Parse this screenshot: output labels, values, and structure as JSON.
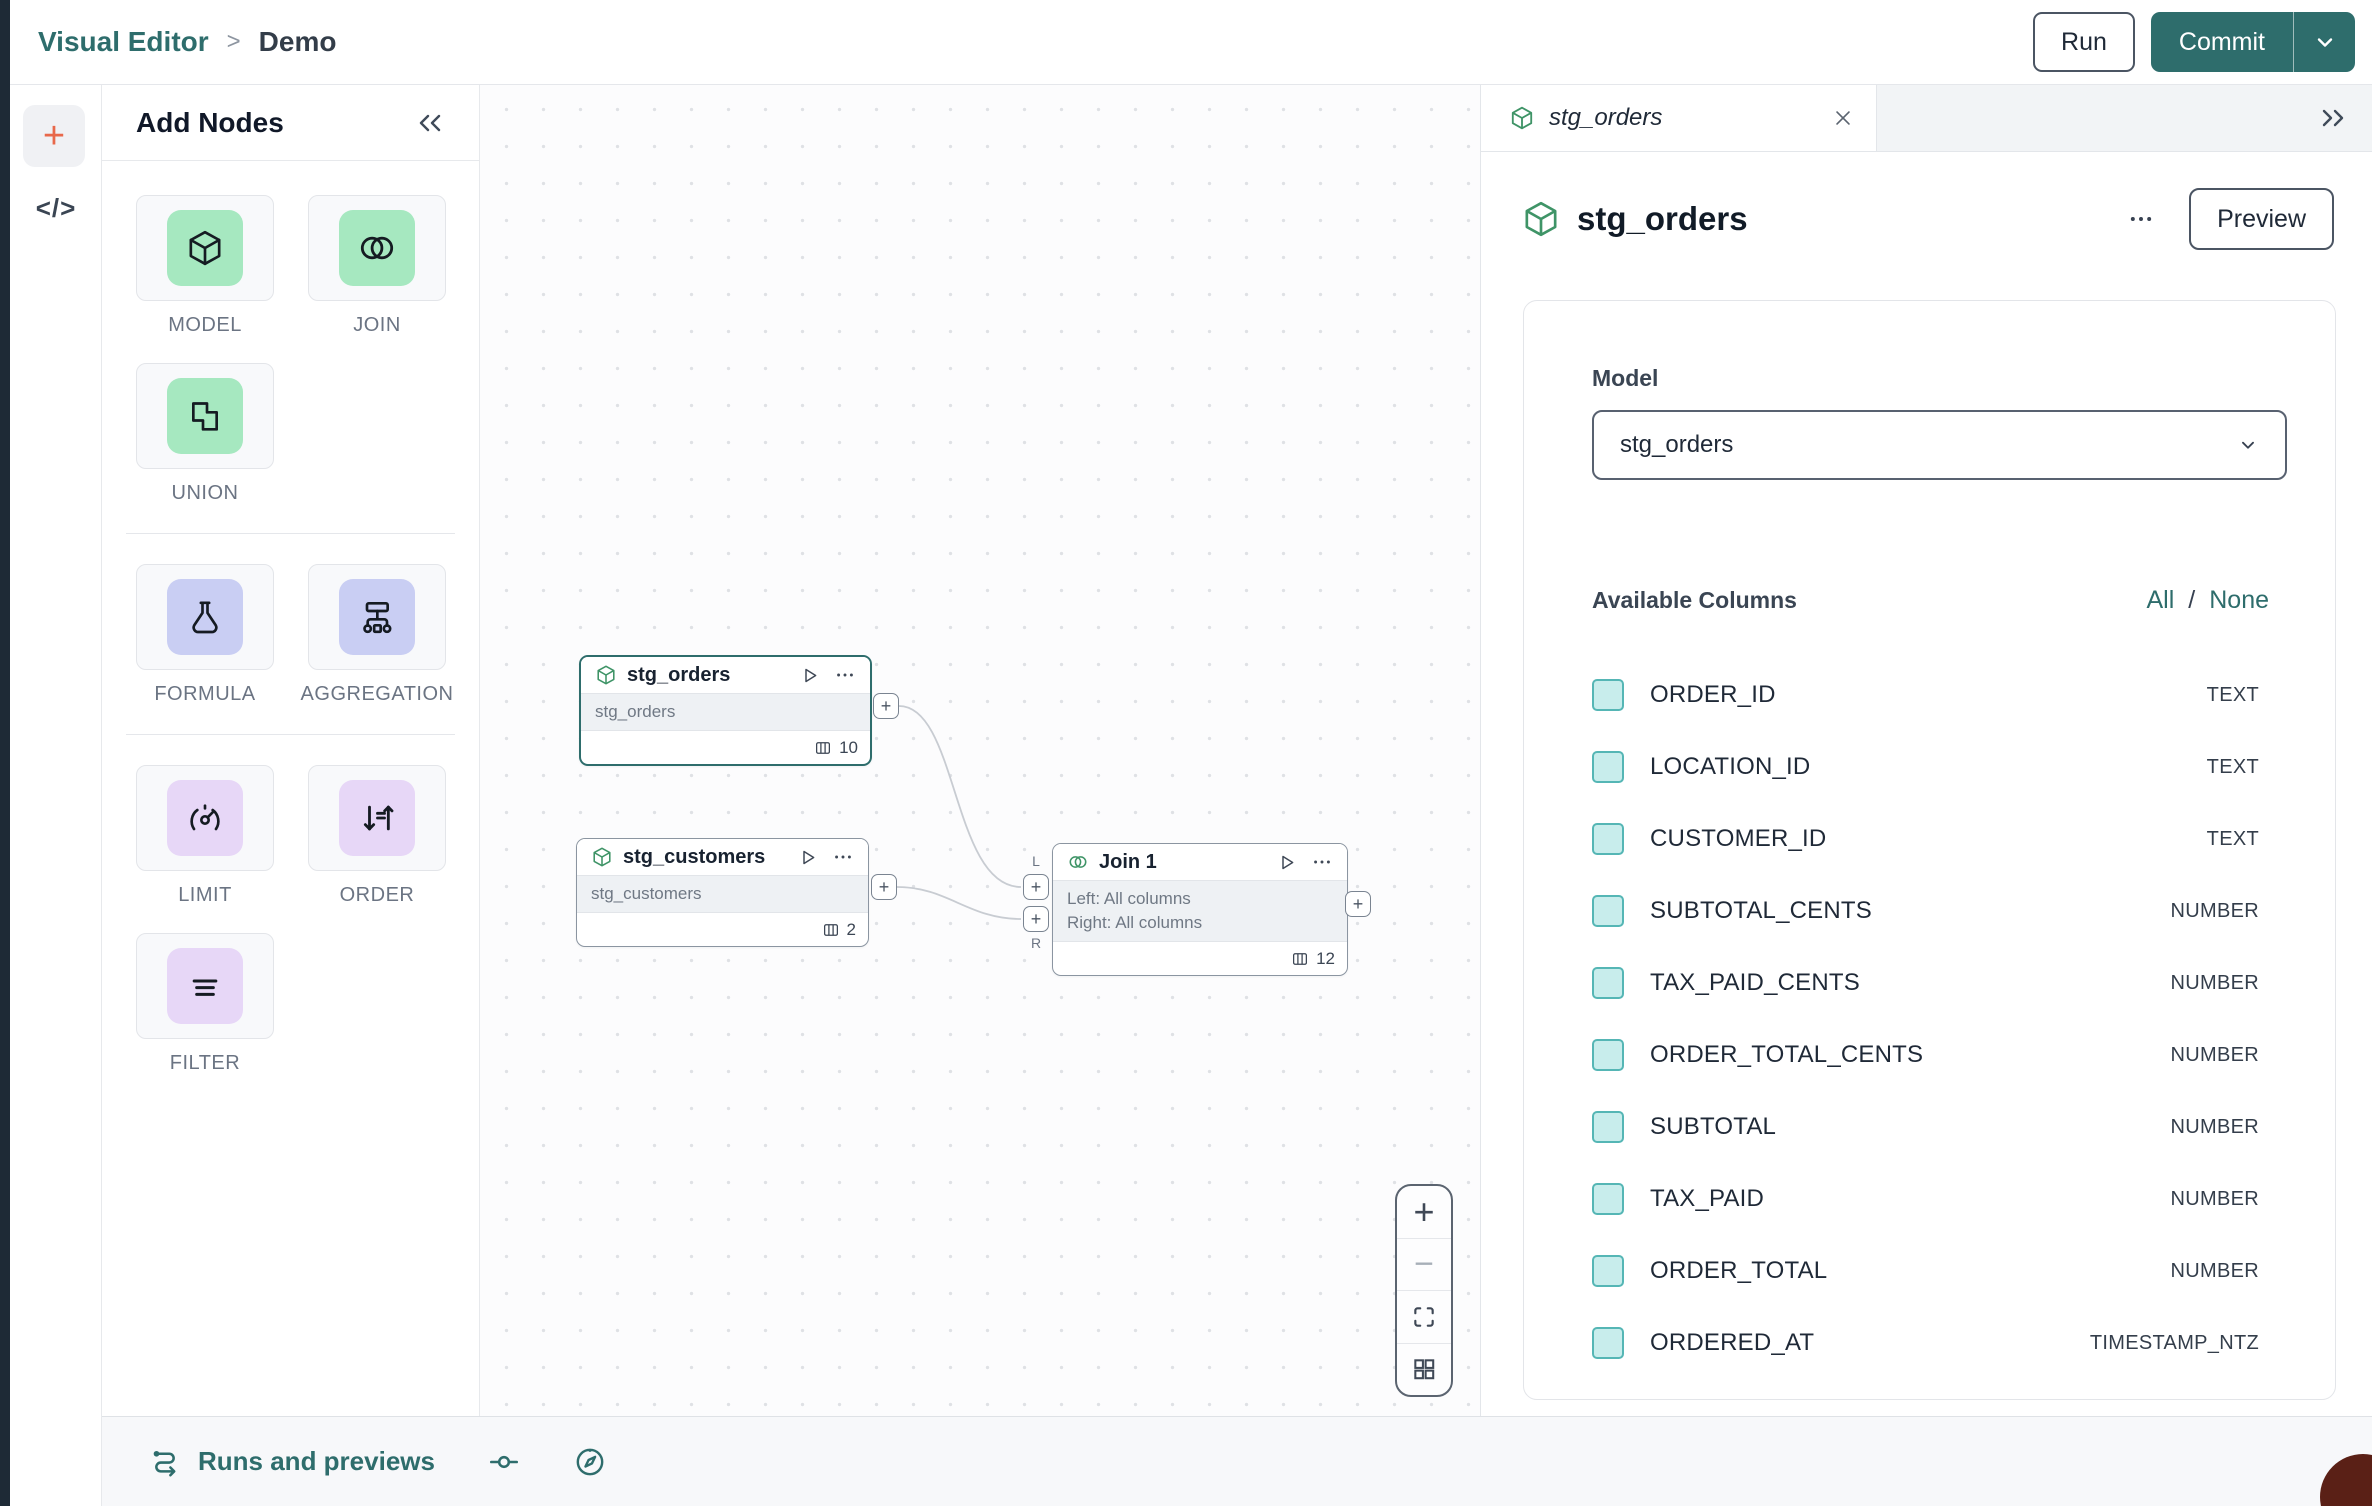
{
  "header": {
    "breadcrumb_root": "Visual Editor",
    "breadcrumb_sep": ">",
    "breadcrumb_current": "Demo",
    "run": "Run",
    "commit": "Commit"
  },
  "left_rail": {
    "plus_glyph": "+",
    "code_glyph": "</>"
  },
  "add_nodes": {
    "title": "Add Nodes",
    "items": [
      {
        "label": "MODEL"
      },
      {
        "label": "JOIN"
      },
      {
        "label": "UNION"
      },
      {
        "label": "FORMULA"
      },
      {
        "label": "AGGREGATION"
      },
      {
        "label": "LIMIT"
      },
      {
        "label": "ORDER"
      },
      {
        "label": "FILTER"
      }
    ]
  },
  "canvas": {
    "nodes": [
      {
        "title": "stg_orders",
        "subtitle": "stg_orders",
        "count": "10"
      },
      {
        "title": "stg_customers",
        "subtitle": "stg_customers",
        "count": "2"
      },
      {
        "title": "Join 1",
        "left_line": "Left: All columns",
        "right_line": "Right: All columns",
        "count": "12"
      }
    ],
    "port_plus": "+",
    "left_port_label": "L",
    "right_port_label": "R",
    "zoom_plus": "+",
    "zoom_minus": "−"
  },
  "right_panel": {
    "tab_title": "stg_orders",
    "title": "stg_orders",
    "preview": "Preview",
    "model_label": "Model",
    "model_value": "stg_orders",
    "columns_title": "Available Columns",
    "select_all": "All",
    "select_sep": "/",
    "select_none": "None",
    "columns": [
      {
        "name": "ORDER_ID",
        "type": "TEXT"
      },
      {
        "name": "LOCATION_ID",
        "type": "TEXT"
      },
      {
        "name": "CUSTOMER_ID",
        "type": "TEXT"
      },
      {
        "name": "SUBTOTAL_CENTS",
        "type": "NUMBER"
      },
      {
        "name": "TAX_PAID_CENTS",
        "type": "NUMBER"
      },
      {
        "name": "ORDER_TOTAL_CENTS",
        "type": "NUMBER"
      },
      {
        "name": "SUBTOTAL",
        "type": "NUMBER"
      },
      {
        "name": "TAX_PAID",
        "type": "NUMBER"
      },
      {
        "name": "ORDER_TOTAL",
        "type": "NUMBER"
      },
      {
        "name": "ORDERED_AT",
        "type": "TIMESTAMP_NTZ"
      }
    ]
  },
  "bottom_bar": {
    "runs_label": "Runs and previews"
  },
  "colors": {
    "accent_teal": "#2e6d6c",
    "cube_green": "#3f9467",
    "tile_green": "#a6e8c0",
    "tile_lavender": "#c9cef3",
    "tile_purple": "#e7d7f7",
    "rail_plus_orange": "#e8684a",
    "checkbox_fill": "#c8edec",
    "checkbox_border": "#55b6b5"
  }
}
